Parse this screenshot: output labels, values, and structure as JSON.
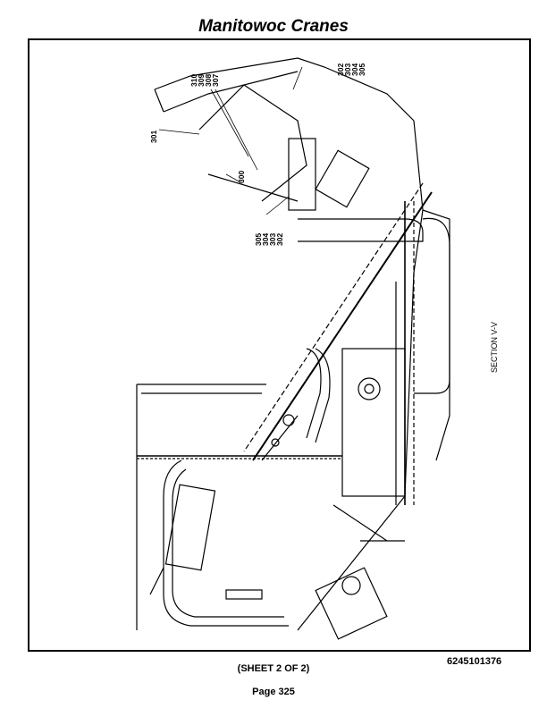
{
  "header": {
    "title": "Manitowoc Cranes"
  },
  "drawing": {
    "section_label": "SECTION V-V",
    "callouts_top": [
      "310",
      "309",
      "308",
      "307"
    ],
    "callout_301": "301",
    "callout_300": "300",
    "callouts_top_right": [
      "302",
      "303",
      "304",
      "305"
    ],
    "callouts_mid": [
      "305",
      "304",
      "303",
      "302"
    ]
  },
  "footer": {
    "doc_number": "6245101376",
    "sheet": "(SHEET 2 OF 2)",
    "page": "Page 325"
  }
}
